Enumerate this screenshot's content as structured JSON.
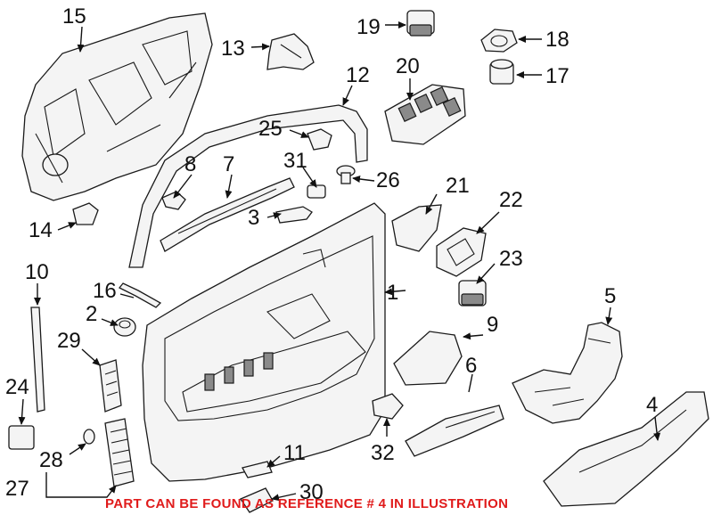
{
  "diagram": {
    "callouts": [
      "1",
      "2",
      "3",
      "4",
      "5",
      "6",
      "7",
      "8",
      "9",
      "10",
      "11",
      "12",
      "13",
      "14",
      "15",
      "16",
      "17",
      "18",
      "19",
      "20",
      "21",
      "22",
      "23",
      "24",
      "25",
      "26",
      "27",
      "28",
      "29",
      "30",
      "31",
      "32"
    ],
    "note": "PART CAN BE FOUND AS REFERENCE # 4 IN ILLUSTRATION",
    "note_color": "#e01b1b"
  }
}
